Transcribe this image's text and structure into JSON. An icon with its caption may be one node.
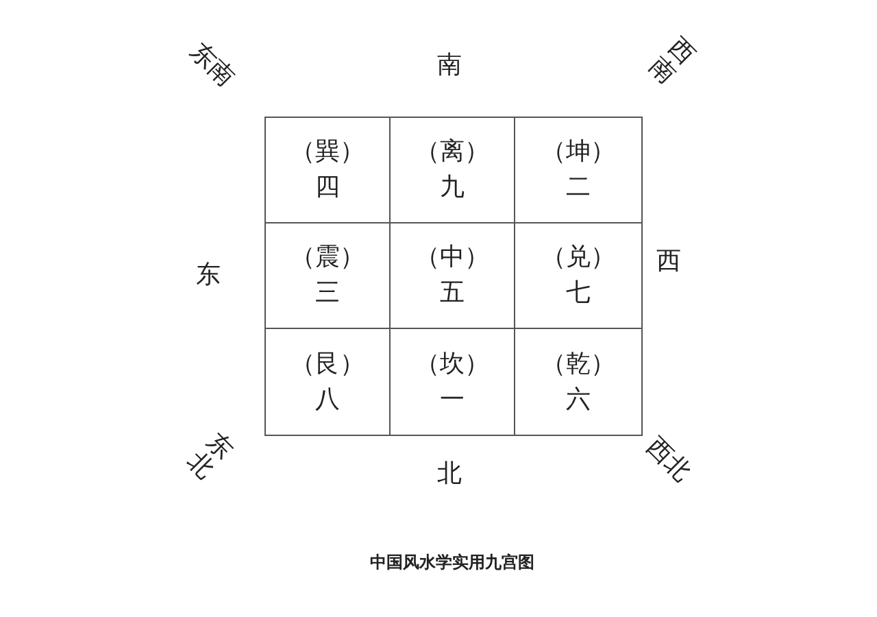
{
  "diagram": {
    "caption": "中国风水学实用九宫图",
    "nodes": [
      {
        "text": [
          "（巽）",
          "四"
        ]
      },
      {
        "text": [
          "（离）",
          "九"
        ]
      },
      {
        "text": [
          "（坤）",
          "二"
        ]
      },
      {
        "text": [
          "（震）",
          "三"
        ]
      },
      {
        "text": [
          "（中）",
          "五"
        ]
      },
      {
        "text": [
          "（兑）",
          "七"
        ]
      },
      {
        "text": [
          "（艮）",
          "八"
        ]
      },
      {
        "text": [
          "（坎）",
          "一"
        ]
      },
      {
        "text": [
          "（乾）",
          "六"
        ]
      }
    ],
    "labels": [
      "东南",
      "南",
      "西南",
      "东",
      "西",
      "东北",
      "北",
      "西北"
    ]
  }
}
